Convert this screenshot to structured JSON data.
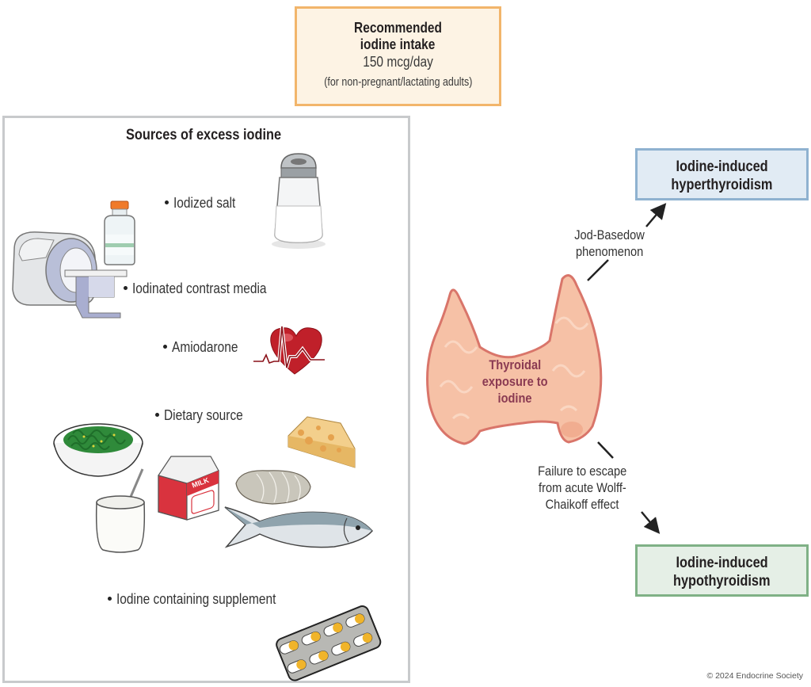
{
  "intake": {
    "title_line1": "Recommended",
    "title_line2": "iodine intake",
    "amount": "150 mcg/day",
    "note": "(for non-pregnant/lactating adults)"
  },
  "sources": {
    "title": "Sources of excess iodine",
    "items": [
      {
        "label": "Iodized salt",
        "icon": "salt-shaker-icon"
      },
      {
        "label": "Iodinated contrast media",
        "icon": "ct-scanner-icon"
      },
      {
        "label": "Amiodarone",
        "icon": "heart-ecg-icon"
      },
      {
        "label": "Dietary source",
        "icon": "food-icons"
      },
      {
        "label": "Iodine containing supplement",
        "icon": "pill-blister-icon"
      }
    ],
    "milk_label": "MILK"
  },
  "center": {
    "line1": "Thyroidal",
    "line2": "exposure to",
    "line3": "iodine"
  },
  "mechanisms": {
    "jod_line1": "Jod-Basedow",
    "jod_line2": "phenomenon",
    "wolff_line1": "Failure to escape",
    "wolff_line2": "from acute Wolff-",
    "wolff_line3": "Chaikoff effect"
  },
  "outcomes": {
    "hyper_line1": "Iodine-induced",
    "hyper_line2": "hyperthyroidism",
    "hypo_line1": "Iodine-induced",
    "hypo_line2": "hypothyroidism"
  },
  "colors": {
    "intake_border": "#f2b56b",
    "hyper_border": "#8fb2d0",
    "hypo_border": "#7fb186",
    "thyroid_fill": "#f6c1a6",
    "thyroid_text": "#8a3a52"
  },
  "copyright": "© 2024 Endocrine Society"
}
